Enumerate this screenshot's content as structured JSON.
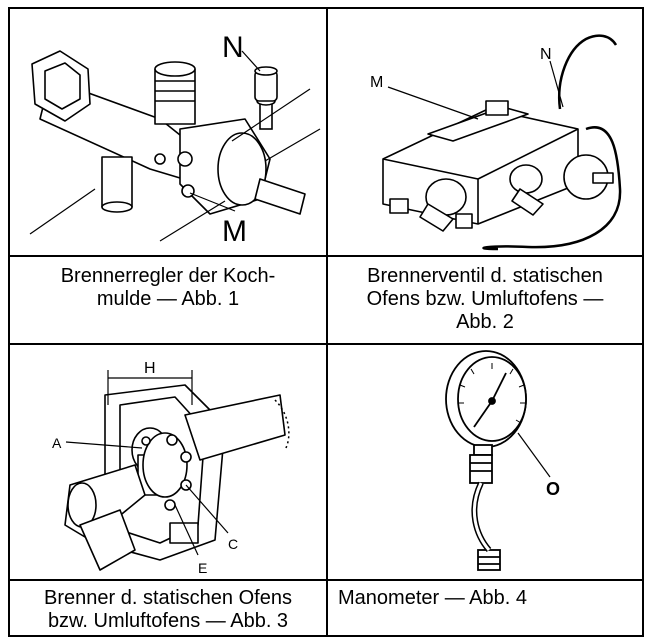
{
  "figures": [
    {
      "labels": {
        "n": "N",
        "m": "M"
      },
      "caption_lines": [
        "Brennerregler der Koch-",
        "mulde — Abb. 1"
      ]
    },
    {
      "labels": {
        "m": "M",
        "n": "N"
      },
      "caption_lines": [
        "Brennerventil d. statischen",
        "Ofens bzw. Umluftofens —",
        "Abb. 2"
      ]
    },
    {
      "labels": {
        "h": "H",
        "a": "A",
        "c": "C",
        "e": "E"
      },
      "caption_lines": [
        "Brenner d. statischen Ofens",
        "bzw. Umluftofens — Abb. 3"
      ]
    },
    {
      "labels": {
        "o": "O"
      },
      "caption_lines": [
        "Manometer — Abb. 4"
      ]
    }
  ]
}
